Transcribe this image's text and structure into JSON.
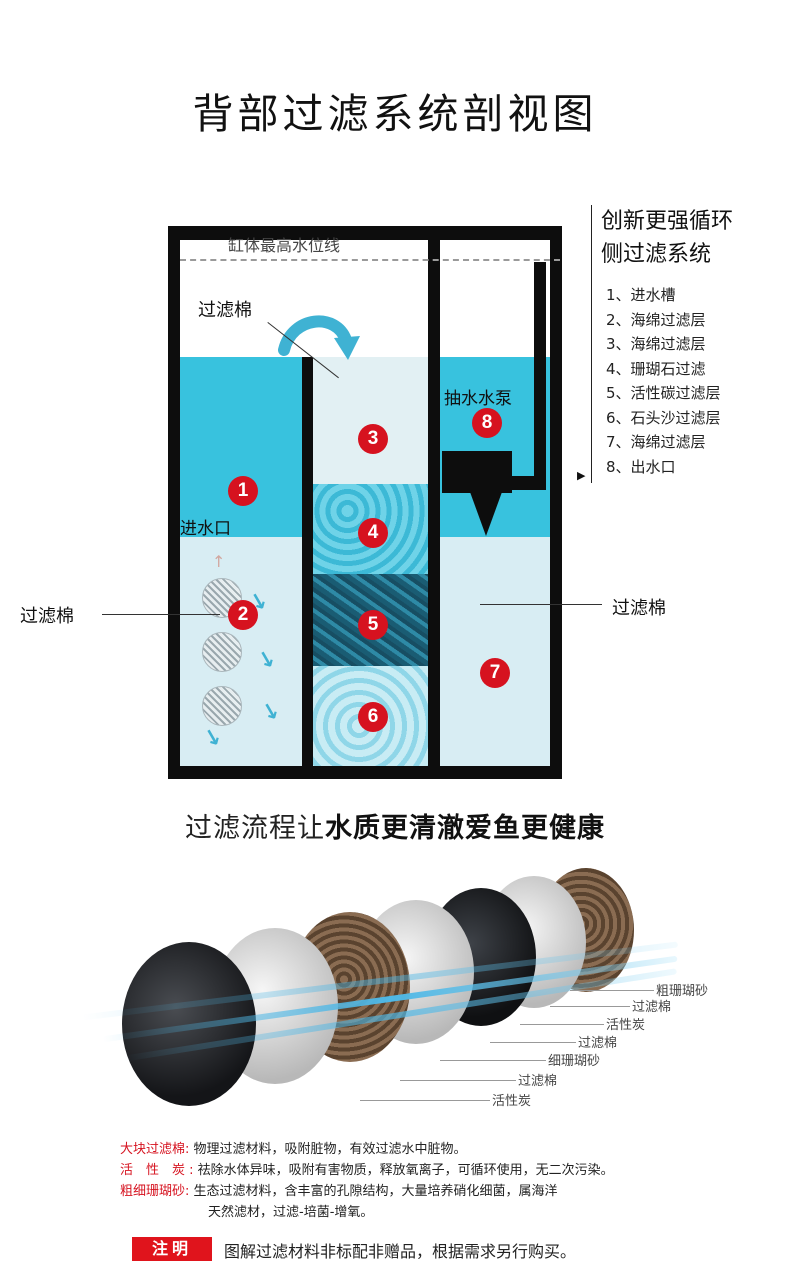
{
  "heading": "背部过滤系统剖视图",
  "diagram": {
    "max_water_line": "缸体最高水位线",
    "filter_cotton_top": "过滤棉",
    "inlet": "进水口",
    "pump": "抽水水泵",
    "filter_cotton_left": "过滤棉",
    "filter_cotton_right": "过滤棉",
    "badges": [
      "1",
      "2",
      "3",
      "4",
      "5",
      "6",
      "7",
      "8"
    ]
  },
  "side_panel": {
    "title_line1": "创新更强循环",
    "title_line2": "侧过滤系统",
    "items": [
      "1、进水槽",
      "2、海绵过滤层",
      "3、海绵过滤层",
      "4、珊瑚石过滤",
      "5、活性碳过滤层",
      "6、石头沙过滤层",
      "7、海绵过滤层",
      "8、出水口"
    ],
    "marker": "▶"
  },
  "slogan": {
    "normal": "过滤流程让",
    "strong": "水质更清澈爱鱼更健康"
  },
  "media_callouts": [
    "粗珊瑚砂",
    "过滤棉",
    "活性炭",
    "过滤棉",
    "细珊瑚砂",
    "过滤棉",
    "活性炭"
  ],
  "notes": [
    {
      "key": "大块过滤棉:",
      "text": "物理过滤材料，吸附脏物，有效过滤水中脏物。"
    },
    {
      "key": "活　性　炭 :",
      "text": "祛除水体异味，吸附有害物质，释放氧离子，可循环使用，无二次污染。"
    },
    {
      "key": "粗细珊瑚砂:",
      "text": "生态过滤材料，含丰富的孔隙结构，大量培养硝化细菌，属海洋"
    }
  ],
  "note_continuation": "天然滤材，过滤-培菌-增氧。",
  "notice": {
    "label": "注明",
    "text": "图解过滤材料非标配非赠品，根据需求另行购买。"
  },
  "colors": {
    "badge_red": "#d6121f",
    "water_blue": "#38c2de",
    "notice_red": "#e0141c"
  }
}
